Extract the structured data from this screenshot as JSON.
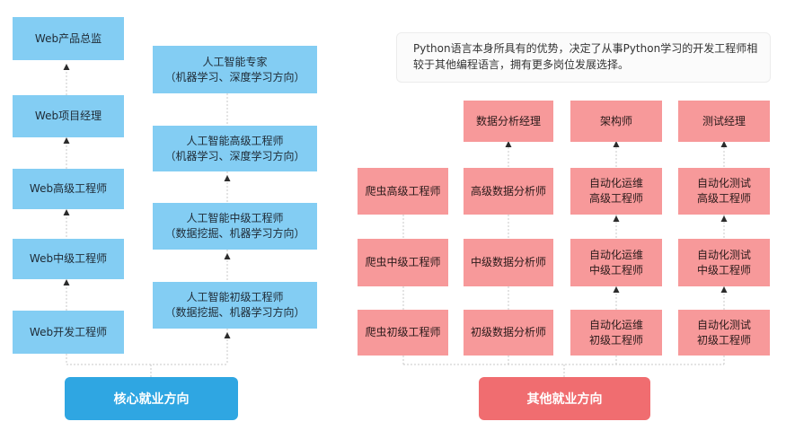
{
  "note": "Python语言本身所具有的优势，决定了从事Python学习的开发工程师相较于其他编程语言，拥有更多岗位发展选择。",
  "core": {
    "button": "核心就业方向",
    "web": [
      "Web产品总监",
      "Web项目经理",
      "Web高级工程师",
      "Web中级工程师",
      "Web开发工程师"
    ],
    "ai": [
      "人工智能专家\n（机器学习、深度学习方向）",
      "人工智能高级工程师\n（机器学习、深度学习方向）",
      "人工智能中级工程师\n（数据挖掘、机器学习方向）",
      "人工智能初级工程师\n（数据挖掘、机器学习方向）"
    ]
  },
  "other": {
    "button": "其他就业方向",
    "top": [
      "数据分析经理",
      "架构师",
      "测试经理"
    ],
    "crawler": [
      "爬虫高级工程师",
      "爬虫中级工程师",
      "爬虫初级工程师"
    ],
    "data": [
      "高级数据分析师",
      "中级数据分析师",
      "初级数据分析师"
    ],
    "ops": [
      "自动化运维\n高级工程师",
      "自动化运维\n中级工程师",
      "自动化运维\n初级工程师"
    ],
    "test": [
      "自动化测试\n高级工程师",
      "自动化测试\n中级工程师",
      "自动化测试\n初级工程师"
    ]
  },
  "colors": {
    "blue_box": "#83cdf3",
    "blue_button": "#2fa6e2",
    "pink_box": "#f7999a",
    "red_button": "#f06d70"
  }
}
